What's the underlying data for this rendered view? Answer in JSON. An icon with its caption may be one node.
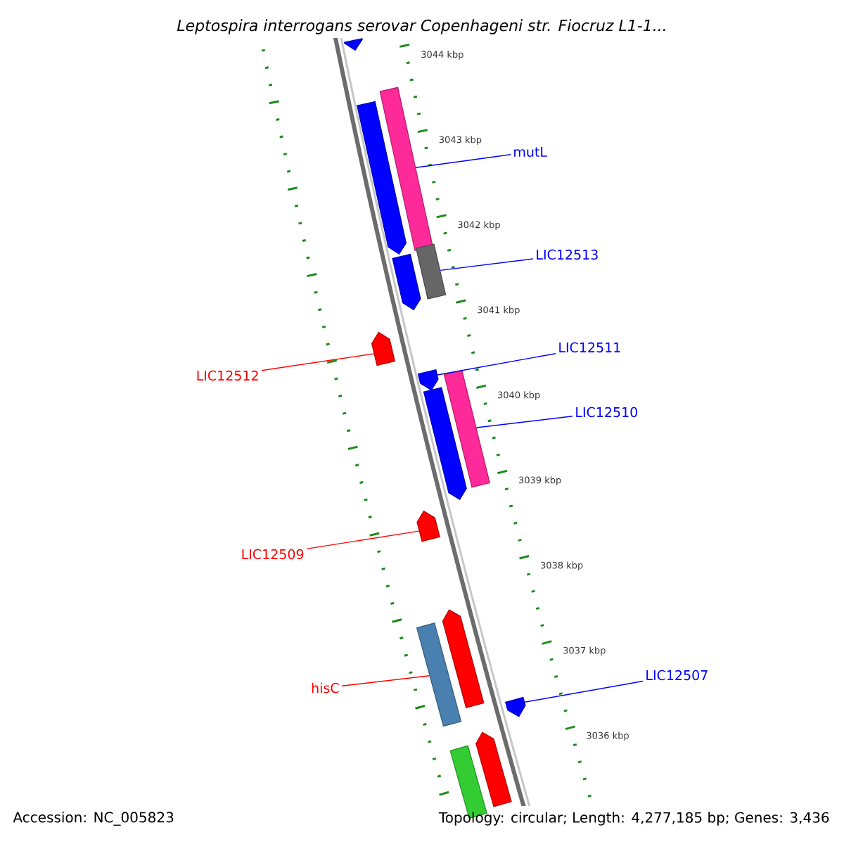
{
  "diagram": {
    "title": "*Leptospira interrogans* serovar Copenhageni str. Fiocruz L1-1...",
    "nodes": [
      {
        "text": [],
        "shape": "arrow"
      },
      {
        "text": [],
        "shape": "arrow"
      },
      {
        "text": [],
        "shape": "bar"
      },
      {
        "text": [],
        "shape": "arrow"
      },
      {
        "text": [],
        "shape": "bar"
      },
      {
        "text": [],
        "shape": "arrow"
      },
      {
        "text": [],
        "shape": "arrow"
      },
      {
        "text": [],
        "shape": "arrow"
      },
      {
        "text": [],
        "shape": "bar"
      },
      {
        "text": [],
        "shape": "arrow"
      },
      {
        "text": [],
        "shape": "bar"
      },
      {
        "text": [],
        "shape": "arrow"
      },
      {
        "text": [],
        "shape": "arrow"
      },
      {
        "text": [],
        "shape": "bar"
      },
      {
        "text": [],
        "shape": "arrow"
      },
      {
        "text": [
          "mutL"
        ]
      },
      {
        "text": [
          "LIC12513"
        ]
      },
      {
        "text": [
          "LIC12511"
        ]
      },
      {
        "text": [
          "LIC12510"
        ]
      },
      {
        "text": [
          "LIC12507"
        ]
      },
      {
        "text": [
          "LIC12512"
        ]
      },
      {
        "text": [
          "LIC12509"
        ]
      },
      {
        "text": [
          "hisC"
        ]
      }
    ],
    "edges": [
      {
        "from": 15,
        "to": 2,
        "arrow": "none"
      },
      {
        "from": 16,
        "to": 4,
        "arrow": "none"
      },
      {
        "from": 17,
        "to": 6,
        "arrow": "none"
      },
      {
        "from": 18,
        "to": 8,
        "arrow": "none"
      },
      {
        "from": 19,
        "to": 12,
        "arrow": "none"
      },
      {
        "from": 20,
        "to": 5,
        "arrow": "none",
        "color": "#ff0000"
      },
      {
        "from": 21,
        "to": 9,
        "arrow": "none",
        "color": "#ff0000"
      },
      {
        "from": 22,
        "to": 10,
        "arrow": "none",
        "color": "#ff0000"
      }
    ],
    "labels": [
      "3044 kbp",
      "3043 kbp",
      "3042 kbp",
      "3041 kbp",
      "3040 kbp",
      "3039 kbp",
      "3038 kbp",
      "3037 kbp",
      "3036 kbp",
      "Accession: NC_005823",
      "Topology: circular; Length: 4,277,185 bp; Genes: 3,436"
    ]
  }
}
